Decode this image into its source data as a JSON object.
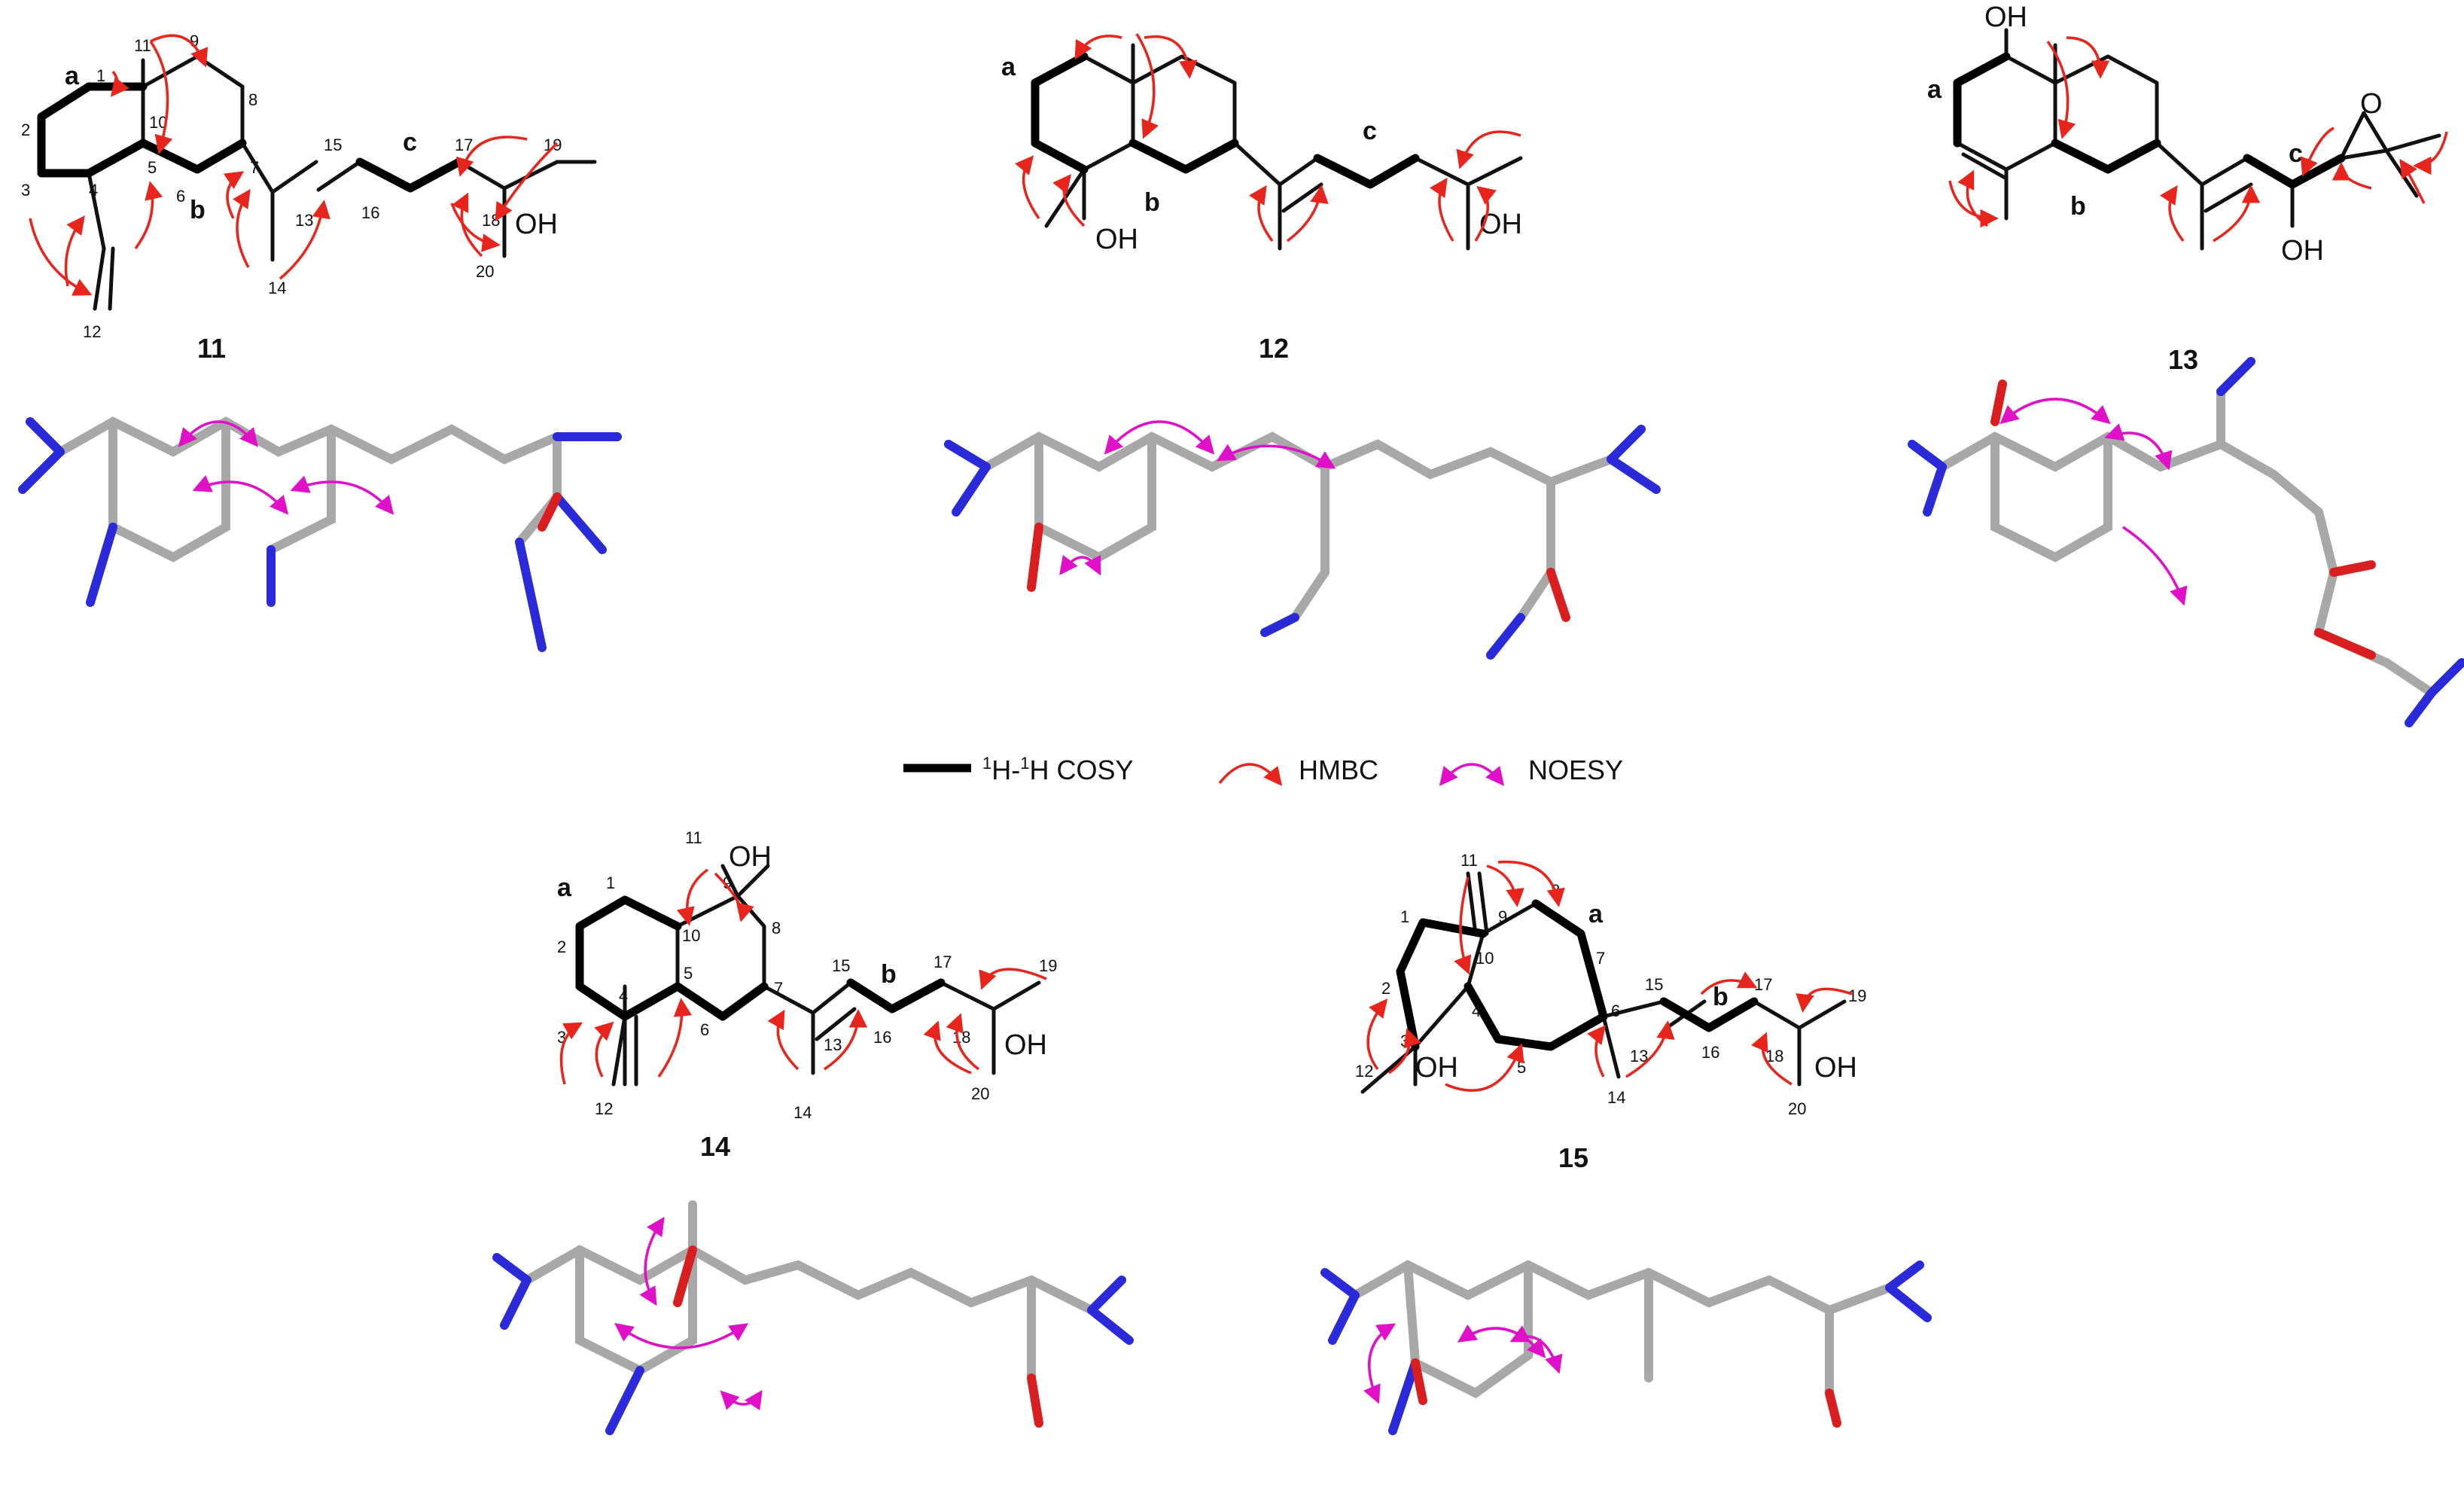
{
  "compounds": [
    {
      "id": "11"
    },
    {
      "id": "12"
    },
    {
      "id": "13"
    },
    {
      "id": "14"
    },
    {
      "id": "15"
    }
  ],
  "legend": {
    "cosy_label_sup1": "1",
    "cosy_label_h1": "H-",
    "cosy_label_sup2": "1",
    "cosy_label_h2": "H COSY",
    "hmbc_label": "HMBC",
    "noesy_label": "NOESY"
  },
  "groups": {
    "hydroxyl": "OH",
    "epoxide_oxygen": "O"
  },
  "spin_systems": [
    "a",
    "b",
    "c"
  ],
  "atom_numbers_11": [
    "1",
    "2",
    "3",
    "4",
    "5",
    "6",
    "7",
    "8",
    "9",
    "10",
    "11",
    "12",
    "13",
    "14",
    "15",
    "16",
    "17",
    "18",
    "19",
    "20"
  ],
  "atom_numbers_14": [
    "1",
    "2",
    "3",
    "4",
    "5",
    "6",
    "7",
    "8",
    "9",
    "10",
    "11",
    "12",
    "13",
    "14",
    "15",
    "16",
    "17",
    "18",
    "19",
    "20"
  ],
  "atom_numbers_15": [
    "1",
    "2",
    "3",
    "4",
    "5",
    "6",
    "7",
    "8",
    "9",
    "10",
    "11",
    "12",
    "13",
    "14",
    "15",
    "16",
    "17",
    "18",
    "19",
    "20"
  ],
  "colors": {
    "hmbc": "#e8251c",
    "noesy": "#e010c8",
    "carbon_stick": "#a8a8a8",
    "hydrogen_stick": "#2a2ad8",
    "oxygen_stick": "#d81e1e"
  }
}
